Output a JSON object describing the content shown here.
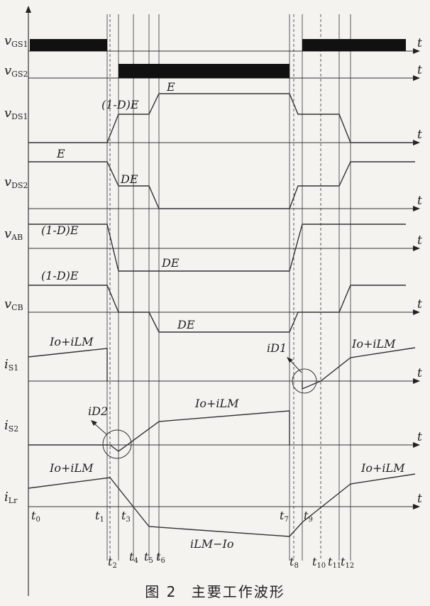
{
  "caption": {
    "figure_no": "图 2",
    "title": "主要工作波形"
  },
  "axis_symbol": "t",
  "time_labels": [
    "t0",
    "t1",
    "t2",
    "t3",
    "t4",
    "t5",
    "t6",
    "t7",
    "t8",
    "t9",
    "t10",
    "t11",
    "t12"
  ],
  "signals": [
    {
      "sym": "v",
      "sub": "GS1"
    },
    {
      "sym": "v",
      "sub": "GS2"
    },
    {
      "sym": "v",
      "sub": "DS1"
    },
    {
      "sym": "v",
      "sub": "DS2"
    },
    {
      "sym": "v",
      "sub": "AB"
    },
    {
      "sym": "v",
      "sub": "CB"
    },
    {
      "sym": "i",
      "sub": "S1"
    },
    {
      "sym": "i",
      "sub": "S2"
    },
    {
      "sym": "i",
      "sub": "Lr"
    }
  ],
  "annotations": {
    "ds1_mid": "(1-D)E",
    "ds1_top": "E",
    "ds2_top": "E",
    "ds2_mid": "DE",
    "ab_top": "(1-D)E",
    "ab_bottom": "DE",
    "cb_top": "(1-D)E",
    "cb_bottom": "DE",
    "is1_left": "Io+iLM",
    "is1_right": "Io+iLM",
    "is1_diode": "iD1",
    "is2_mid": "Io+iLM",
    "is2_diode": "iD2",
    "ilr_left": "Io+iLM",
    "ilr_right": "Io+iLM",
    "ilr_bottom": "iLM−Io"
  }
}
